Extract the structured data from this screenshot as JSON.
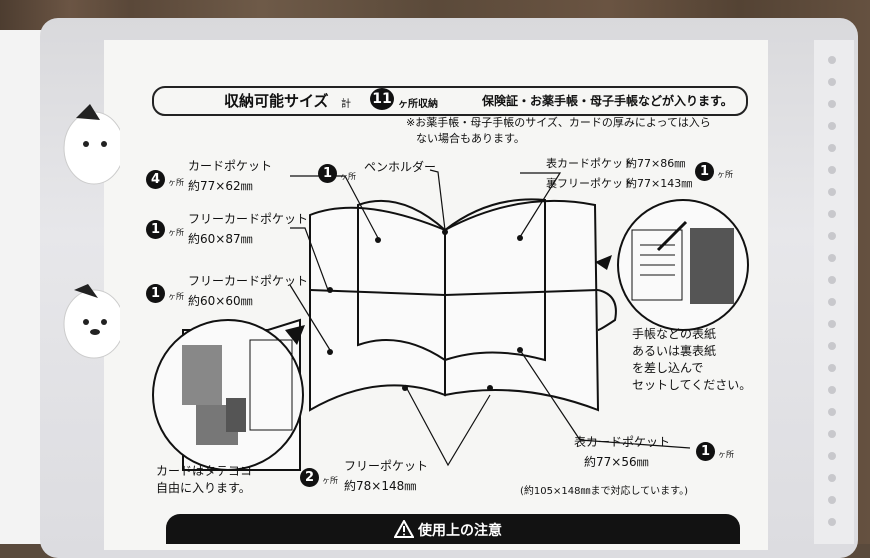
{
  "header": {
    "title": "収納可能サイズ",
    "total_label": "計",
    "total_count": "11",
    "total_suffix": "ヶ所収納",
    "fits": "保険証・お薬手帳・母子手帳などが入ります。",
    "note_line1": "※お薬手帳・母子手帳のサイズ、カードの厚みによっては入ら",
    "note_line2": "ない場合もあります。"
  },
  "callouts": {
    "card_pocket": {
      "count": "4",
      "unit": "ヶ所",
      "name": "カードポケット",
      "size": "約77×62㎜"
    },
    "free_card_pocket_1": {
      "count": "1",
      "unit": "ヶ所",
      "name": "フリーカードポケット",
      "size": "約60×87㎜"
    },
    "free_card_pocket_2": {
      "count": "1",
      "unit": "ヶ所",
      "name": "フリーカードポケット",
      "size": "約60×60㎜"
    },
    "pen_holder": {
      "count": "1",
      "unit": "ヶ所",
      "name": "ペンホルダー"
    },
    "front_card_pocket_top": {
      "name": "表カードポケット",
      "size": "約77×86㎜"
    },
    "back_free_pocket": {
      "name": "裏フリーポケット",
      "size": "約77×143㎜",
      "count": "1",
      "unit": "ヶ所"
    },
    "cover_insert": {
      "lines": [
        "手帳などの表紙",
        "あるいは裏表紙",
        "を差し込んで",
        "セットしてください。"
      ]
    },
    "card_orientation": {
      "lines": [
        "カードはタテヨコ",
        "自由に入ります。"
      ]
    },
    "free_pocket": {
      "count": "2",
      "unit": "ヶ所",
      "name": "フリーポケット",
      "size": "約78×148㎜"
    },
    "front_card_pocket_bottom": {
      "name": "表カードポケット",
      "size": "約77×56㎜",
      "count": "1",
      "unit": "ヶ所"
    },
    "fits_up_to": "(約105×148㎜まで対応しています。)"
  },
  "footer": {
    "warning_icon": "warning-triangle-icon",
    "title": "使用上の注意"
  }
}
